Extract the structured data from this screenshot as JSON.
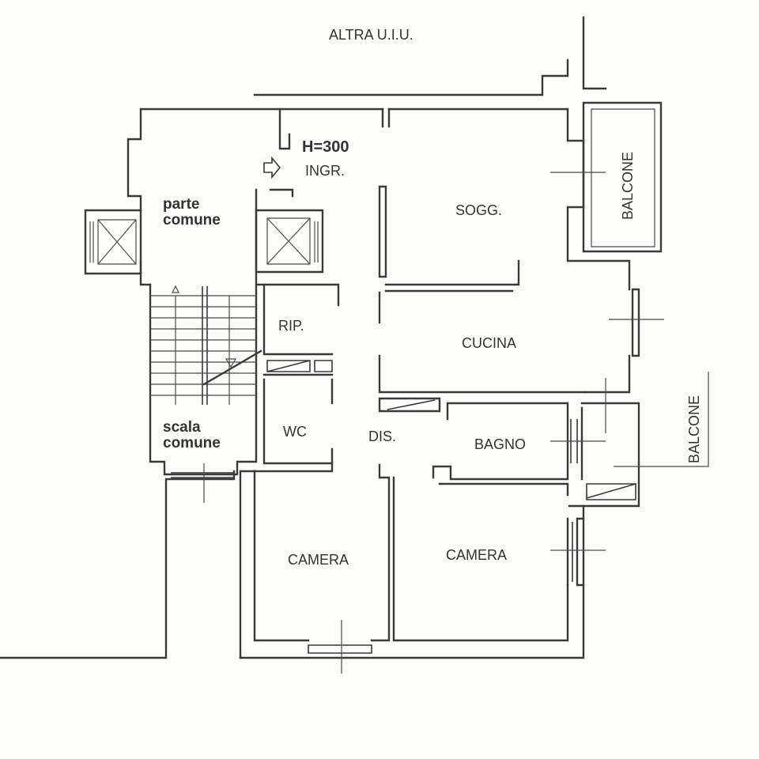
{
  "labels": {
    "neighbor": "ALTRA U.I.U.",
    "height": "H=300",
    "entrance": "INGR.",
    "common_area_line1": "parte",
    "common_area_line2": "comune",
    "living_room": "SOGG.",
    "balcony_top": "BALCONE",
    "storage": "RIP.",
    "kitchen": "CUCINA",
    "balcony_right": "BALCONE",
    "wc": "WC",
    "hallway": "DIS.",
    "bathroom": "BAGNO",
    "stair_line1": "scala",
    "stair_line2": "comune",
    "bedroom_left": "CAMERA",
    "bedroom_right": "CAMERA"
  }
}
